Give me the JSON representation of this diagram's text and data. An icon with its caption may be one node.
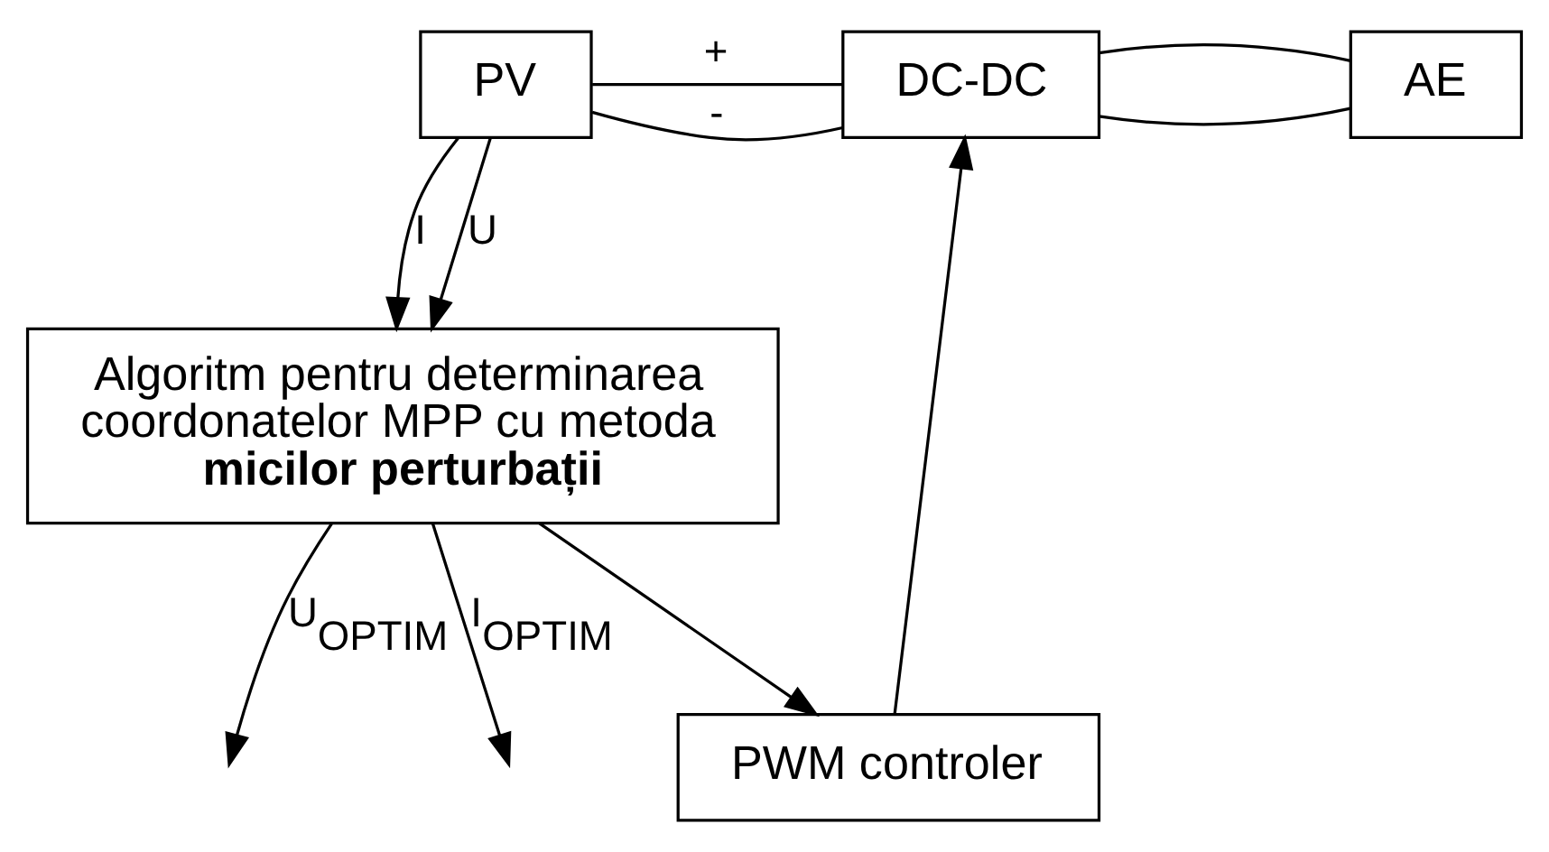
{
  "diagram": {
    "nodes": [
      {
        "text": [
          "PV"
        ]
      },
      {
        "text": [
          "DC-DC"
        ]
      },
      {
        "text": [
          "AE"
        ]
      },
      {
        "text": [
          "PWM controler"
        ]
      },
      {
        "text": [
          "Algoritm pentru determinarea coordonatelor MPP cu metoda **micilor perturbații**"
        ]
      }
    ],
    "edges": [
      {
        "from": 0,
        "to": 1,
        "arrow": "none",
        "label": "+"
      },
      {
        "from": 0,
        "to": 1,
        "arrow": "none",
        "label": "-"
      },
      {
        "from": 1,
        "to": 2,
        "arrow": "none"
      },
      {
        "from": 1,
        "to": 2,
        "arrow": "none"
      },
      {
        "from": 0,
        "to": 4,
        "arrow": "to",
        "label": "U"
      },
      {
        "from": 0,
        "to": 4,
        "arrow": "to",
        "label": "I"
      },
      {
        "from": 4,
        "to": 3,
        "arrow": "to"
      },
      {
        "from": 3,
        "to": 1,
        "arrow": "to"
      },
      {
        "from": 4,
        "to": null,
        "arrow": "to",
        "label": "U$_{OPTIM}$"
      },
      {
        "from": 4,
        "to": null,
        "arrow": "to",
        "label": "I$_{OPTIM}$"
      }
    ]
  }
}
